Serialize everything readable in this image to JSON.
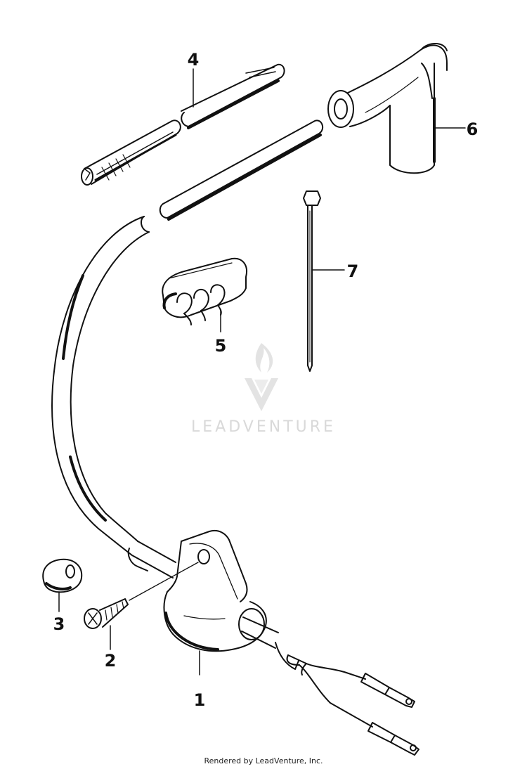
{
  "parts": [
    {
      "number": "1",
      "name": "ignition-coil"
    },
    {
      "number": "2",
      "name": "screw"
    },
    {
      "number": "3",
      "name": "cap-boot"
    },
    {
      "number": "4",
      "name": "tube-sleeve"
    },
    {
      "number": "5",
      "name": "wire-clamp"
    },
    {
      "number": "6",
      "name": "spark-plug-cap"
    },
    {
      "number": "7",
      "name": "cable-tie"
    }
  ],
  "watermark": {
    "brand": "LEADVENTURE"
  },
  "footer": {
    "text": "Rendered by LeadVenture, Inc."
  },
  "colors": {
    "line": "#111111",
    "watermark": "#d9d9d9"
  }
}
